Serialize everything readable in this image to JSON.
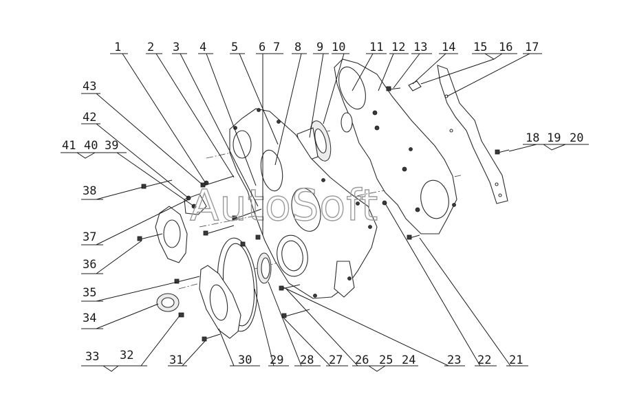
{
  "watermark": "AutoSoft",
  "labels": [
    "1",
    "2",
    "3",
    "4",
    "5",
    "6",
    "7",
    "8",
    "9",
    "10",
    "11",
    "12",
    "13",
    "14",
    "15",
    "16",
    "17",
    "18",
    "19",
    "20",
    "21",
    "22",
    "23",
    "24",
    "25",
    "26",
    "27",
    "28",
    "29",
    "30",
    "31",
    "32",
    "33",
    "34",
    "35",
    "36",
    "37",
    "38",
    "39",
    "40",
    "41",
    "42",
    "43"
  ]
}
